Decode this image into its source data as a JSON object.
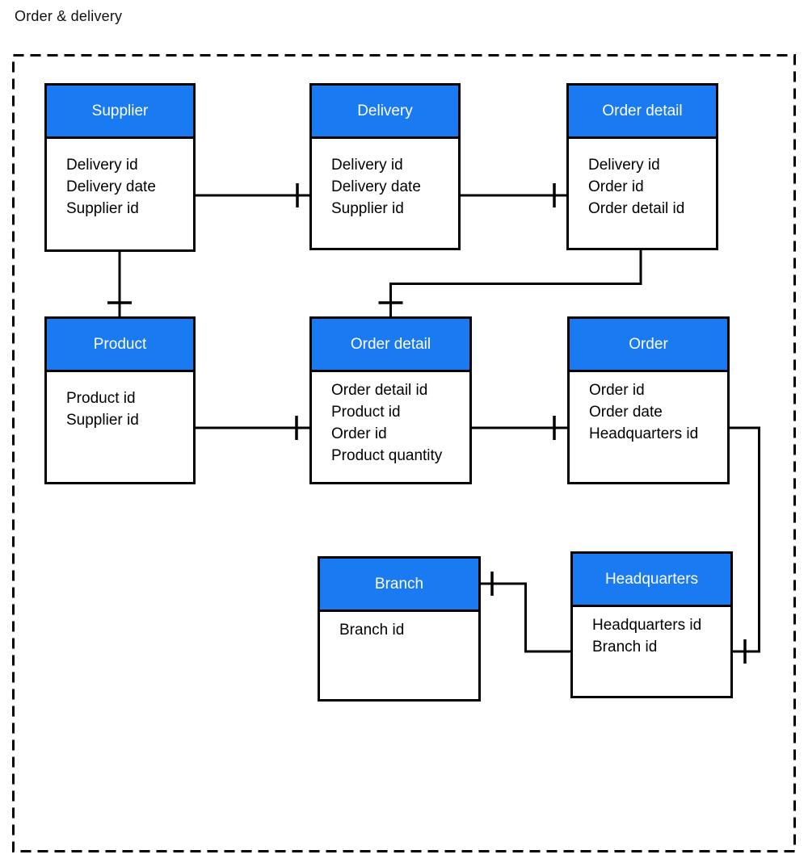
{
  "title": "Order & delivery",
  "diagram": {
    "type": "entity-relationship",
    "colors": {
      "header_fill": "#1a7af2",
      "header_text": "#ffffff",
      "border": "#000000",
      "line": "#000000",
      "boundary_style": "dashed"
    },
    "entities": [
      {
        "name": "Supplier",
        "fields": [
          "Delivery id",
          "Delivery date",
          "Supplier id"
        ]
      },
      {
        "name": "Delivery",
        "fields": [
          "Delivery id",
          "Delivery date",
          "Supplier id"
        ]
      },
      {
        "name": "Order detail",
        "fields": [
          "Delivery id",
          "Order id",
          "Order detail id"
        ]
      },
      {
        "name": "Product",
        "fields": [
          "Product id",
          "Supplier id"
        ]
      },
      {
        "name": "Order detail",
        "fields": [
          "Order detail id",
          "Product id",
          "Order id",
          "Product quantity"
        ]
      },
      {
        "name": "Order",
        "fields": [
          "Order id",
          "Order date",
          "Headquarters id"
        ]
      },
      {
        "name": "Branch",
        "fields": [
          "Branch id"
        ]
      },
      {
        "name": "Headquarters",
        "fields": [
          "Headquarters id",
          "Branch id"
        ]
      }
    ],
    "connectors": [
      {
        "from": "Supplier",
        "to": "Delivery",
        "marker": "one",
        "marker_at": "Delivery (left)"
      },
      {
        "from": "Delivery",
        "to": "Order detail (top)",
        "marker": "one",
        "marker_at": "Order detail (left)"
      },
      {
        "from": "Supplier",
        "to": "Product",
        "marker": "one",
        "marker_at": "Product (top)"
      },
      {
        "from": "Order detail (top)",
        "to": "Order detail (middle)",
        "marker": "one",
        "marker_at": "Order detail middle (top)"
      },
      {
        "from": "Product",
        "to": "Order detail (middle)",
        "marker": "one",
        "marker_at": "Order detail middle (left)"
      },
      {
        "from": "Order detail (middle)",
        "to": "Order",
        "marker": "one",
        "marker_at": "Order (left)"
      },
      {
        "from": "Order",
        "to": "Headquarters",
        "marker": "one",
        "marker_at": "Headquarters (right)"
      },
      {
        "from": "Branch",
        "to": "Headquarters",
        "marker": "one",
        "marker_at": "Branch (right)"
      }
    ]
  }
}
